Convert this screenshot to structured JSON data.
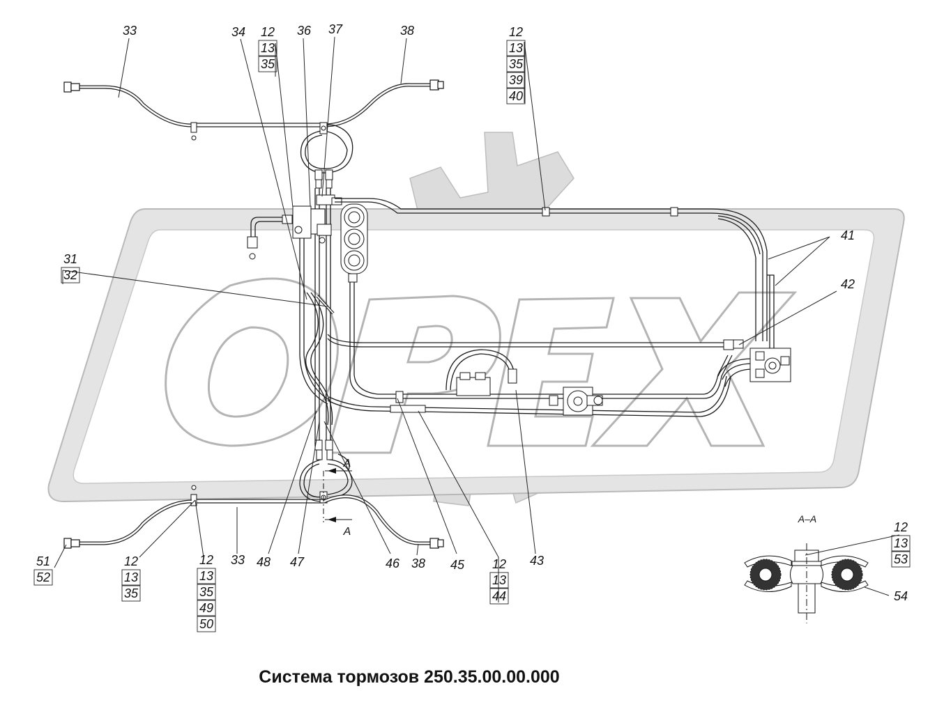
{
  "title": "Система тормозов 250.35.00.00.000",
  "watermark_text": "ОРЕХ",
  "section_label": "А–А",
  "section_marks": [
    "А",
    "А"
  ],
  "callouts": {
    "c33_top": "33",
    "c34": "34",
    "c36": "36",
    "c37": "37",
    "c38_top": "38",
    "c41": "41",
    "c42": "42",
    "c43": "43",
    "c45": "45",
    "c46": "46",
    "c47": "47",
    "c48": "48",
    "c33_bot": "33",
    "c38_bot": "38",
    "c54": "54"
  },
  "stacks": {
    "s_top_left": [
      "12",
      "13",
      "35"
    ],
    "s_top_right": [
      "12",
      "13",
      "35",
      "39",
      "40"
    ],
    "s_31": [
      "31",
      "32"
    ],
    "s_51": [
      "51",
      "52"
    ],
    "s_bot_12a": [
      "12",
      "13",
      "35"
    ],
    "s_bot_12b": [
      "12",
      "13",
      "35",
      "49",
      "50"
    ],
    "s_bot_12c": [
      "12",
      "13",
      "44"
    ],
    "s_section": [
      "12",
      "13",
      "53"
    ]
  },
  "colors": {
    "line": "#1a1a1a",
    "watermark_fill": "#dcdcdc",
    "watermark_band": "#e4e4e4"
  }
}
